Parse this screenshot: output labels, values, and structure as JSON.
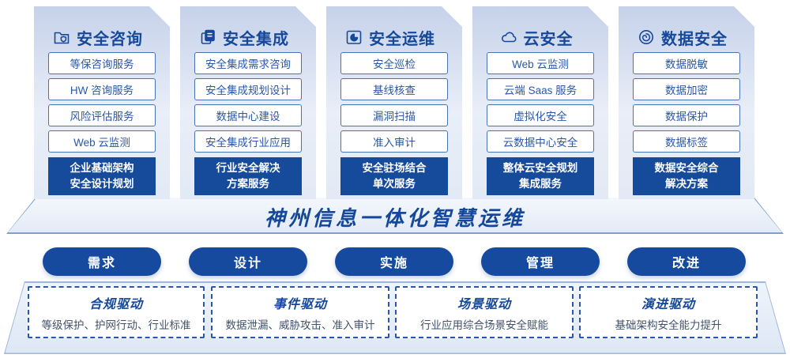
{
  "palette": {
    "primary_blue": "#16489b",
    "item_text_blue": "#2a57a8",
    "desc_text": "#42526b",
    "card_gradient_top": "#c6d2ea",
    "card_gradient_bottom": "#e2eaf5"
  },
  "columns": [
    {
      "title": "安全咨询",
      "icon": "folder-shield-icon",
      "items": [
        "等保咨询服务",
        "HW 咨询服务",
        "风险评估服务",
        "Web 云监测"
      ],
      "highlight": [
        "企业基础架构",
        "安全设计规划"
      ]
    },
    {
      "title": "安全集成",
      "icon": "stacked-docs-icon",
      "items": [
        "安全集成需求咨询",
        "安全集成规划设计",
        "数据中心建设",
        "安全集成行业应用"
      ],
      "highlight": [
        "行业安全解决",
        "方案服务"
      ]
    },
    {
      "title": "安全运维",
      "icon": "monitor-clock-icon",
      "items": [
        "安全巡检",
        "基线核查",
        "漏洞扫描",
        "准入审计"
      ],
      "highlight": [
        "安全驻场结合",
        "单次服务"
      ]
    },
    {
      "title": "云安全",
      "icon": "cloud-icon",
      "items": [
        "Web 云监测",
        "云端 Saas 服务",
        "虚拟化安全",
        "云数据中心安全"
      ],
      "highlight": [
        "整体云安全规划",
        "集成服务"
      ]
    },
    {
      "title": "数据安全",
      "icon": "fingerprint-icon",
      "items": [
        "数据脱敏",
        "数据加密",
        "数据保护",
        "数据标签"
      ],
      "highlight": [
        "数据安全综合",
        "解决方案"
      ]
    }
  ],
  "banner": {
    "title": "神州信息一体化智慧运维"
  },
  "process_steps": [
    "需求",
    "设计",
    "实施",
    "管理",
    "改进"
  ],
  "drivers": [
    {
      "title": "合规驱动",
      "desc": "等级保护、护网行动、行业标准"
    },
    {
      "title": "事件驱动",
      "desc": "数据泄漏、威胁攻击、准入审计"
    },
    {
      "title": "场景驱动",
      "desc": "行业应用综合场景安全赋能"
    },
    {
      "title": "演进驱动",
      "desc": "基础架构安全能力提升"
    }
  ]
}
